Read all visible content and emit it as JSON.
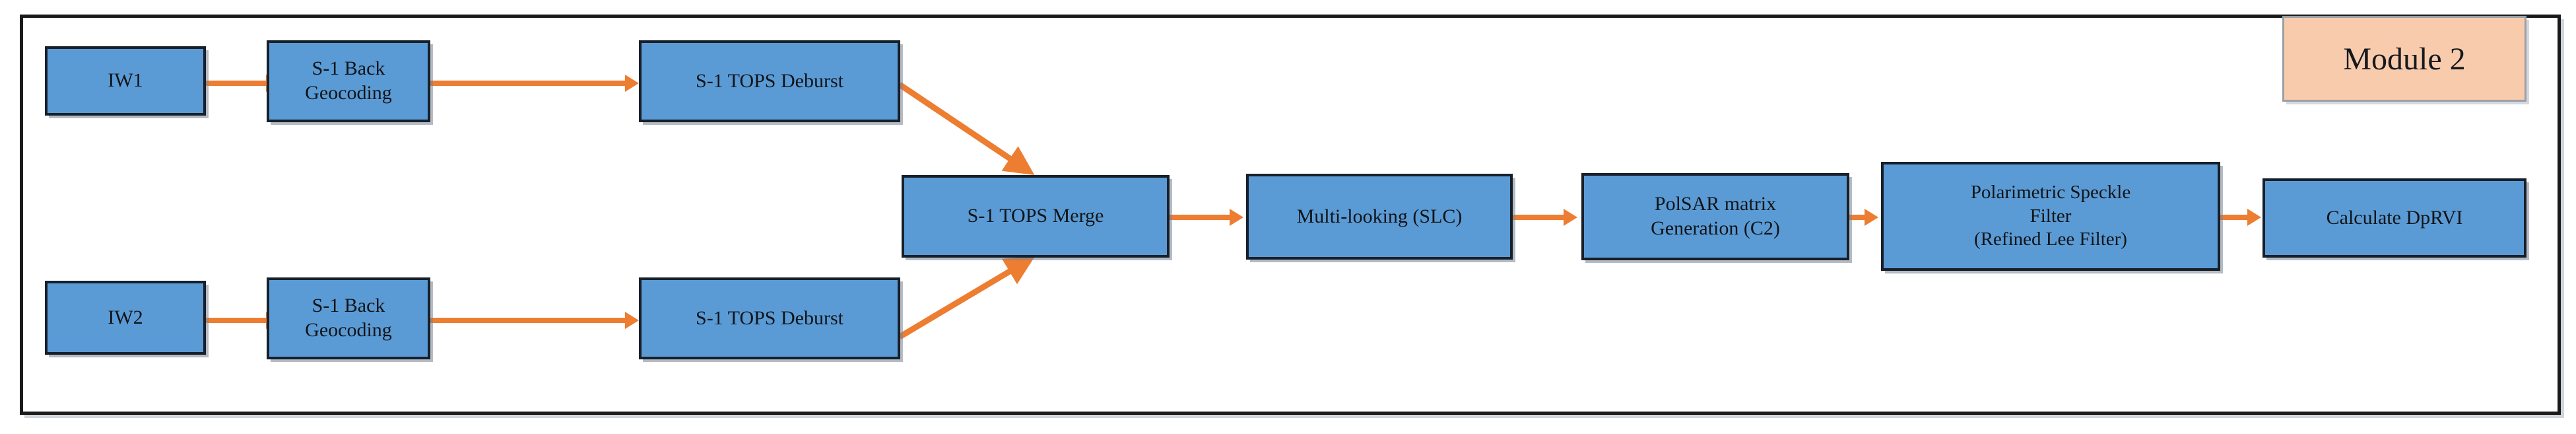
{
  "diagram": {
    "title_badge": "Module 2",
    "colors": {
      "node_fill": "#5B9BD5",
      "node_border": "#17202A",
      "arrow": "#ED7D31",
      "module_badge_fill": "#F8CBAD",
      "module_badge_border": "#9AA0A6",
      "frame_border": "#1A1A1A",
      "canvas": "#FFFFFF"
    },
    "nodes": [
      {
        "id": "iw1",
        "label": "IW1",
        "row": "top"
      },
      {
        "id": "backgeo-top",
        "label": "S-1 Back\nGeocoding",
        "row": "top"
      },
      {
        "id": "deburst-top",
        "label": "S-1 TOPS Deburst",
        "row": "top"
      },
      {
        "id": "iw2",
        "label": "IW2",
        "row": "bottom"
      },
      {
        "id": "backgeo-bottom",
        "label": "S-1 Back\nGeocoding",
        "row": "bottom"
      },
      {
        "id": "deburst-bottom",
        "label": "S-1 TOPS Deburst",
        "row": "bottom"
      },
      {
        "id": "tops-merge",
        "label": "S-1 TOPS Merge",
        "row": "middle"
      },
      {
        "id": "multilooking",
        "label": "Multi-looking (SLC)",
        "row": "middle"
      },
      {
        "id": "polsar-matrix",
        "label": "PolSAR matrix\nGeneration (C2)",
        "row": "middle"
      },
      {
        "id": "speckle-filter",
        "label": "Polarimetric Speckle\nFilter\n(Refined Lee Filter)",
        "row": "middle"
      },
      {
        "id": "calculate-dprvi",
        "label": "Calculate DpRVI",
        "row": "middle"
      }
    ],
    "labels": {
      "iw1": "IW1",
      "backgeo_top_line1": "S-1 Back",
      "backgeo_top_line2": "Geocoding",
      "deburst_top": "S-1 TOPS Deburst",
      "iw2": "IW2",
      "backgeo_bottom_line1": "S-1 Back",
      "backgeo_bottom_line2": "Geocoding",
      "deburst_bottom": "S-1 TOPS Deburst",
      "tops_merge": "S-1 TOPS Merge",
      "multilooking": "Multi-looking (SLC)",
      "polsar_line1": "PolSAR matrix",
      "polsar_line2": "Generation (C2)",
      "speckle_line1": "Polarimetric Speckle",
      "speckle_line2": "Filter",
      "speckle_line3": "(Refined Lee Filter)",
      "calculate_dprvi": "Calculate DpRVI",
      "module_badge": "Module 2"
    },
    "edges": [
      {
        "from": "iw1",
        "to": "backgeo-top",
        "style": "straight"
      },
      {
        "from": "backgeo-top",
        "to": "deburst-top",
        "style": "straight"
      },
      {
        "from": "deburst-top",
        "to": "tops-merge",
        "style": "diagonal-down"
      },
      {
        "from": "iw2",
        "to": "backgeo-bottom",
        "style": "straight"
      },
      {
        "from": "backgeo-bottom",
        "to": "deburst-bottom",
        "style": "straight"
      },
      {
        "from": "deburst-bottom",
        "to": "tops-merge",
        "style": "diagonal-up"
      },
      {
        "from": "tops-merge",
        "to": "multilooking",
        "style": "straight"
      },
      {
        "from": "multilooking",
        "to": "polsar-matrix",
        "style": "straight"
      },
      {
        "from": "polsar-matrix",
        "to": "speckle-filter",
        "style": "straight"
      },
      {
        "from": "speckle-filter",
        "to": "calculate-dprvi",
        "style": "straight"
      }
    ]
  }
}
